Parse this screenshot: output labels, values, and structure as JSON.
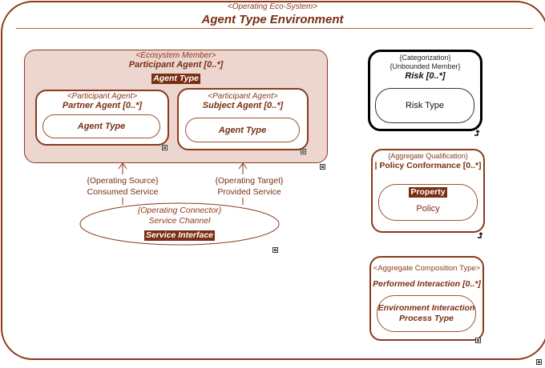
{
  "environment": {
    "stereotype": "<Operating Eco-System>",
    "title": "Agent Type Environment"
  },
  "participant": {
    "stereotype": "<Ecosystem Member>",
    "name": "Participant Agent [0..*]",
    "tag": "Agent Type"
  },
  "partner": {
    "stereotype": "<Participant Agent>",
    "name": "Partner Agent [0..*]",
    "type": "Agent Type"
  },
  "subject": {
    "stereotype": "<Participant Agent>",
    "name": "Subject Agent [0..*]",
    "type": "Agent Type"
  },
  "source_link": {
    "line1": "{Operating Source}",
    "line2": "Consumed Service"
  },
  "target_link": {
    "line1": "{Operating Target}",
    "line2": "Provided Service"
  },
  "connector": {
    "line1": "{Operating Connector}",
    "line2": "Service Channel",
    "tag": "Service Interface"
  },
  "risk": {
    "line1": "{Categorization}",
    "line2": "{Unbounded Member}",
    "name": "Risk [0..*]",
    "type": "Risk Type"
  },
  "policy": {
    "stereotype": "{Aggregate Qualification}",
    "name": "| Policy Conformance [0..*]",
    "bar": "|",
    "tag": "Property",
    "type": "Policy"
  },
  "interaction": {
    "stereotype": "<Aggregate Composition Type>",
    "name": "Performed Interaction [0..*]",
    "type_line1": "Environment Interaction",
    "type_line2": "Process Type"
  },
  "colors": {
    "border": "#8b3a1a",
    "fill_light": "#ecd6cf",
    "tag_bg": "#7a2e12"
  }
}
